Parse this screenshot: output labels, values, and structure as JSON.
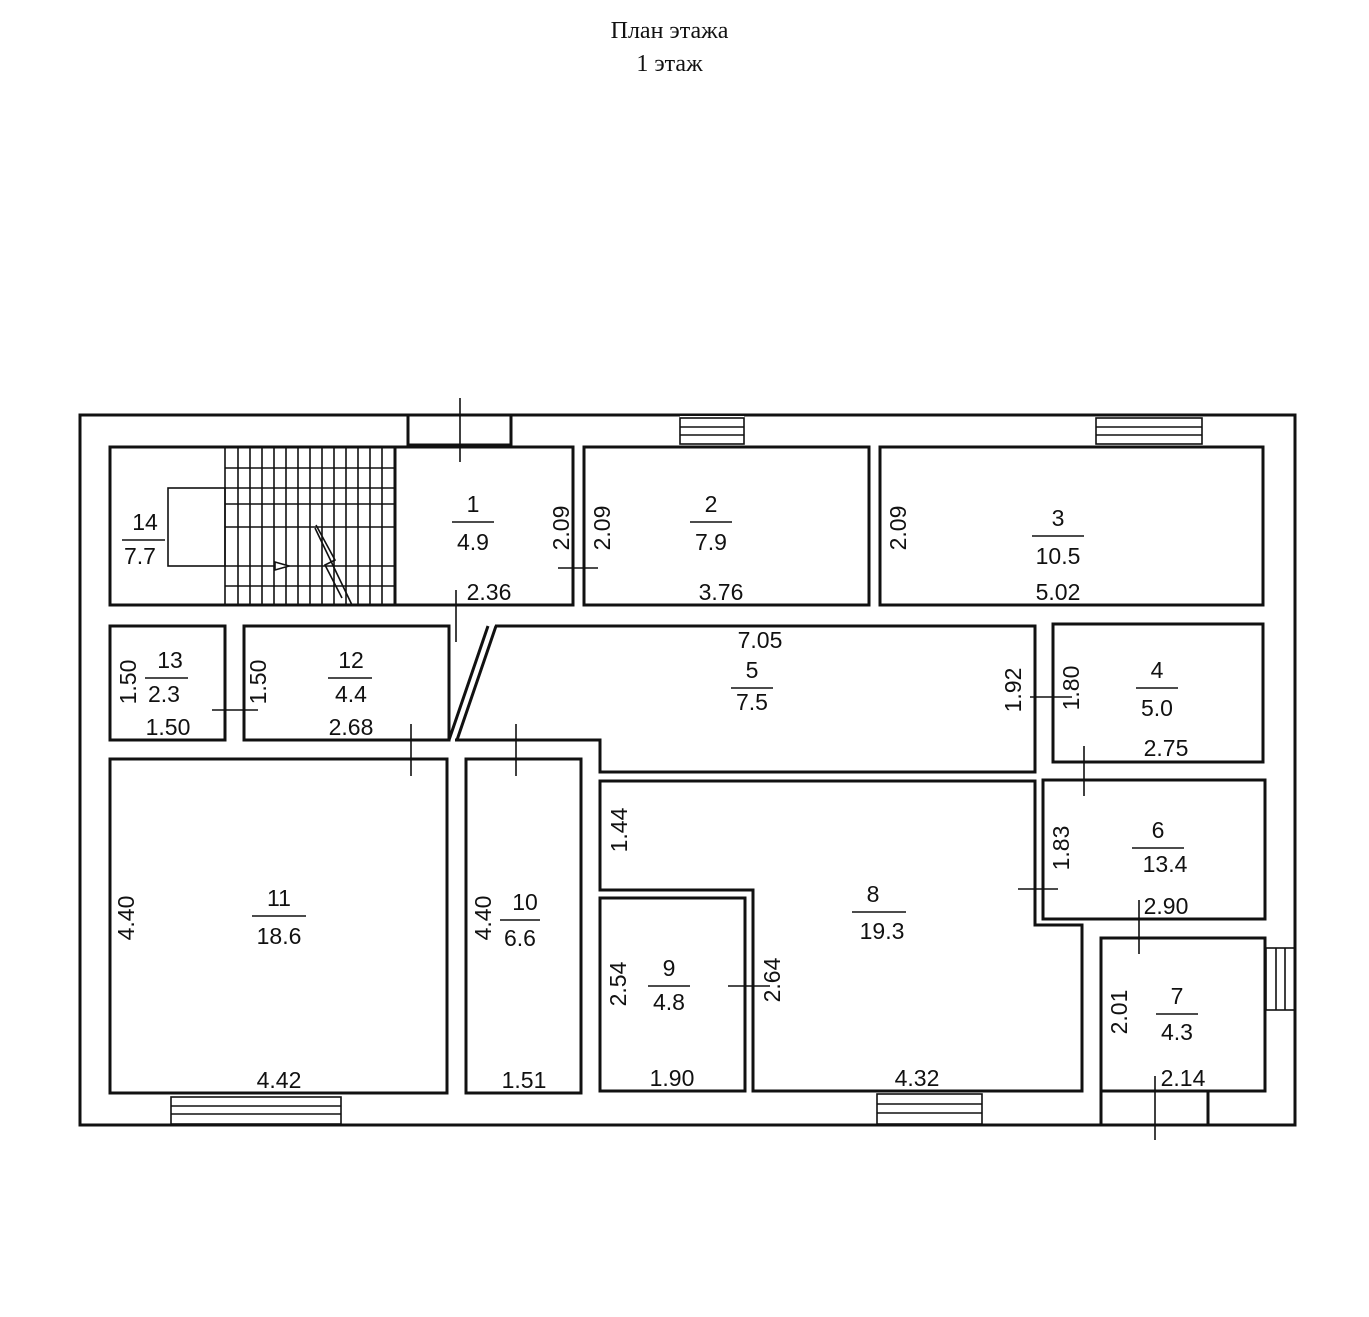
{
  "title": "План этажа",
  "subtitle": "1 этаж",
  "rooms": [
    {
      "number": "1",
      "area": "4.9"
    },
    {
      "number": "2",
      "area": "7.9"
    },
    {
      "number": "3",
      "area": "10.5"
    },
    {
      "number": "4",
      "area": "5.0"
    },
    {
      "number": "5",
      "area": "7.5"
    },
    {
      "number": "6",
      "area": "13.4"
    },
    {
      "number": "7",
      "area": "4.3"
    },
    {
      "number": "8",
      "area": "19.3"
    },
    {
      "number": "9",
      "area": "4.8"
    },
    {
      "number": "10",
      "area": "6.6"
    },
    {
      "number": "11",
      "area": "18.6"
    },
    {
      "number": "12",
      "area": "4.4"
    },
    {
      "number": "13",
      "area": "2.3"
    },
    {
      "number": "14",
      "area": "7.7"
    }
  ],
  "dimensions": {
    "r1_width": "2.36",
    "r1_height": "2.09",
    "r2_height": "2.09",
    "r2_width": "3.76",
    "r3_height": "2.09",
    "r3_width": "5.02",
    "r5_width": "7.05",
    "r5_height": "1.92",
    "r4_height": "1.80",
    "r4_width": "2.75",
    "r13_height": "1.50",
    "r13_width": "1.50",
    "r12_height": "1.50",
    "r12_width": "2.68",
    "r11_height": "4.40",
    "r11_width": "4.42",
    "r10_height": "4.40",
    "r10_width": "1.51",
    "r8_height": "1.44",
    "r8_width": "4.32",
    "r9_height": "2.54",
    "r9_width": "1.90",
    "r9_side": "2.64",
    "r6_height": "1.83",
    "r6_width": "2.90",
    "r7_height": "2.01",
    "r7_width": "2.14"
  }
}
